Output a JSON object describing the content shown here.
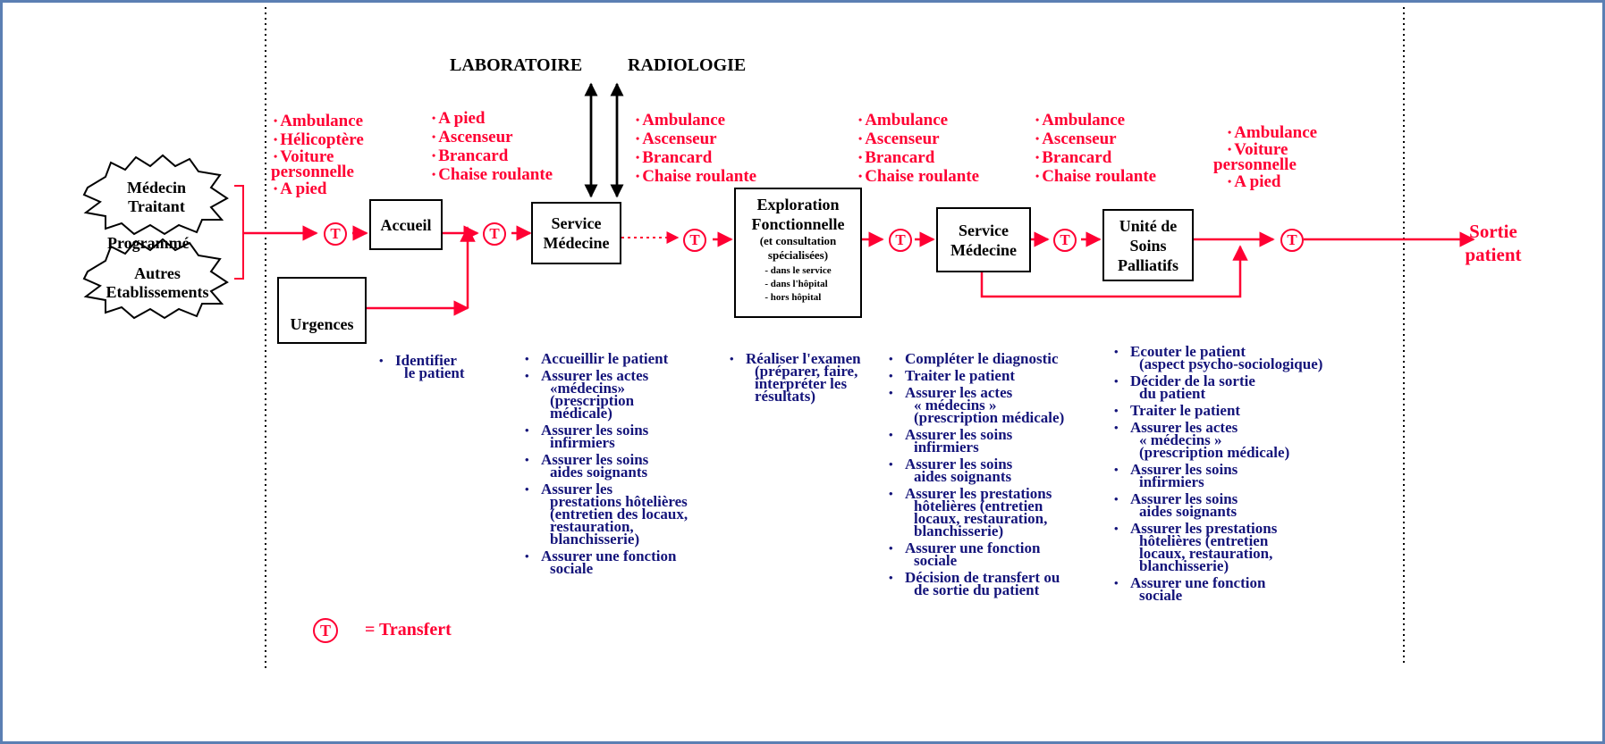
{
  "headers": {
    "laboratoire": "LABORATOIRE",
    "radiologie": "RADIOLOGIE"
  },
  "starbursts": {
    "medecin": [
      "Médecin",
      "Traitant"
    ],
    "autres": [
      "Autres",
      "Etablissements"
    ]
  },
  "programme": "Programmé",
  "boxes": {
    "accueil": "Accueil",
    "urgences": "Urgences",
    "service1": [
      "Service",
      "Médecine"
    ],
    "exploration": [
      "Exploration",
      "Fonctionnelle"
    ],
    "exploration_sub": [
      "(et consultation",
      "spécialisées)"
    ],
    "exploration_items": [
      "- dans le service",
      "- dans l'hôpital",
      "- hors hôpital"
    ],
    "service2": [
      "Service",
      "Médecine"
    ],
    "usp": [
      "Unité de",
      "Soins",
      "Palliatifs"
    ]
  },
  "modes": [
    [
      "Ambulance",
      "Hélicoptère",
      "Voiture",
      "personnelle",
      "A pied"
    ],
    [
      "A pied",
      "Ascenseur",
      "Brancard",
      "Chaise roulante"
    ],
    [
      "Ambulance",
      "Ascenseur",
      "Brancard",
      "Chaise roulante"
    ],
    [
      "Ambulance",
      "Ascenseur",
      "Brancard",
      "Chaise roulante"
    ],
    [
      "Ambulance",
      "Ascenseur",
      "Brancard",
      "Chaise roulante"
    ],
    [
      "Ambulance",
      "Voiture",
      "personnelle",
      "A pied"
    ]
  ],
  "sortie": [
    "Sortie",
    "patient"
  ],
  "transfer_symbol": "T",
  "legend": "= Transfert",
  "tasks": {
    "accueil": [
      [
        "Identifier",
        "le patient"
      ]
    ],
    "service1": [
      [
        "Accueillir le patient"
      ],
      [
        "Assurer les actes",
        "«médecins»",
        "(prescription",
        "médicale)"
      ],
      [
        "Assurer les soins",
        "infirmiers"
      ],
      [
        "Assurer les soins",
        "aides soignants"
      ],
      [
        "Assurer les",
        "prestations hôtelières",
        "(entretien des locaux,",
        "restauration,",
        "blanchisserie)"
      ],
      [
        "Assurer une fonction",
        "sociale"
      ]
    ],
    "exploration": [
      [
        "Réaliser l'examen",
        "(préparer, faire,",
        "interpréter les",
        "résultats)"
      ]
    ],
    "service2": [
      [
        "Compléter le diagnostic"
      ],
      [
        "Traiter le patient"
      ],
      [
        "Assurer les actes",
        "« médecins »",
        "(prescription médicale)"
      ],
      [
        "Assurer les soins",
        "infirmiers"
      ],
      [
        "Assurer les soins",
        "aides soignants"
      ],
      [
        "Assurer les prestations",
        "hôtelières (entretien",
        "locaux, restauration,",
        "blanchisserie)"
      ],
      [
        "Assurer une fonction",
        "sociale"
      ],
      [
        "Décision de transfert ou",
        "de sortie du patient"
      ]
    ],
    "usp": [
      [
        "Ecouter le patient",
        "(aspect psycho-sociologique)"
      ],
      [
        "Décider de la sortie",
        "du patient"
      ],
      [
        "Traiter le patient"
      ],
      [
        "Assurer les actes",
        "« médecins »",
        "(prescription médicale)"
      ],
      [
        "Assurer les soins",
        "infirmiers"
      ],
      [
        "Assurer les soins",
        "aides soignants"
      ],
      [
        "Assurer les prestations",
        "hôtelières (entretien",
        "locaux, restauration,",
        "blanchisserie)"
      ],
      [
        "Assurer une fonction",
        "sociale"
      ]
    ]
  },
  "colors": {
    "red": "#ff0033",
    "navy": "#14147a",
    "frame": "#5b7fb3"
  }
}
